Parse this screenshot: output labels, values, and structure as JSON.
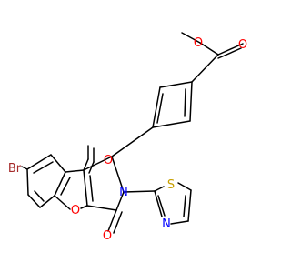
{
  "structure": {
    "atoms": [
      {
        "id": "c_me",
        "label": ""
      },
      {
        "id": "o_ester_sp3",
        "label": "O",
        "color": "#ff0000"
      },
      {
        "id": "c_ester",
        "label": ""
      },
      {
        "id": "o_ester_carbonyl",
        "label": "O",
        "color": "#ff0000"
      },
      {
        "id": "br",
        "label": "Br",
        "color": "#a52a2a"
      },
      {
        "id": "o_ketone",
        "label": "O",
        "color": "#ff0000"
      },
      {
        "id": "s_thiazole",
        "label": "S",
        "color": "#c8a000"
      },
      {
        "id": "n_pyrrole",
        "label": "N",
        "color": "#0000ff"
      },
      {
        "id": "o_pyran",
        "label": "O",
        "color": "#ff0000"
      },
      {
        "id": "o_lactam",
        "label": "O",
        "color": "#ff0000"
      },
      {
        "id": "n_thiazole",
        "label": "N",
        "color": "#0000ff"
      }
    ]
  }
}
